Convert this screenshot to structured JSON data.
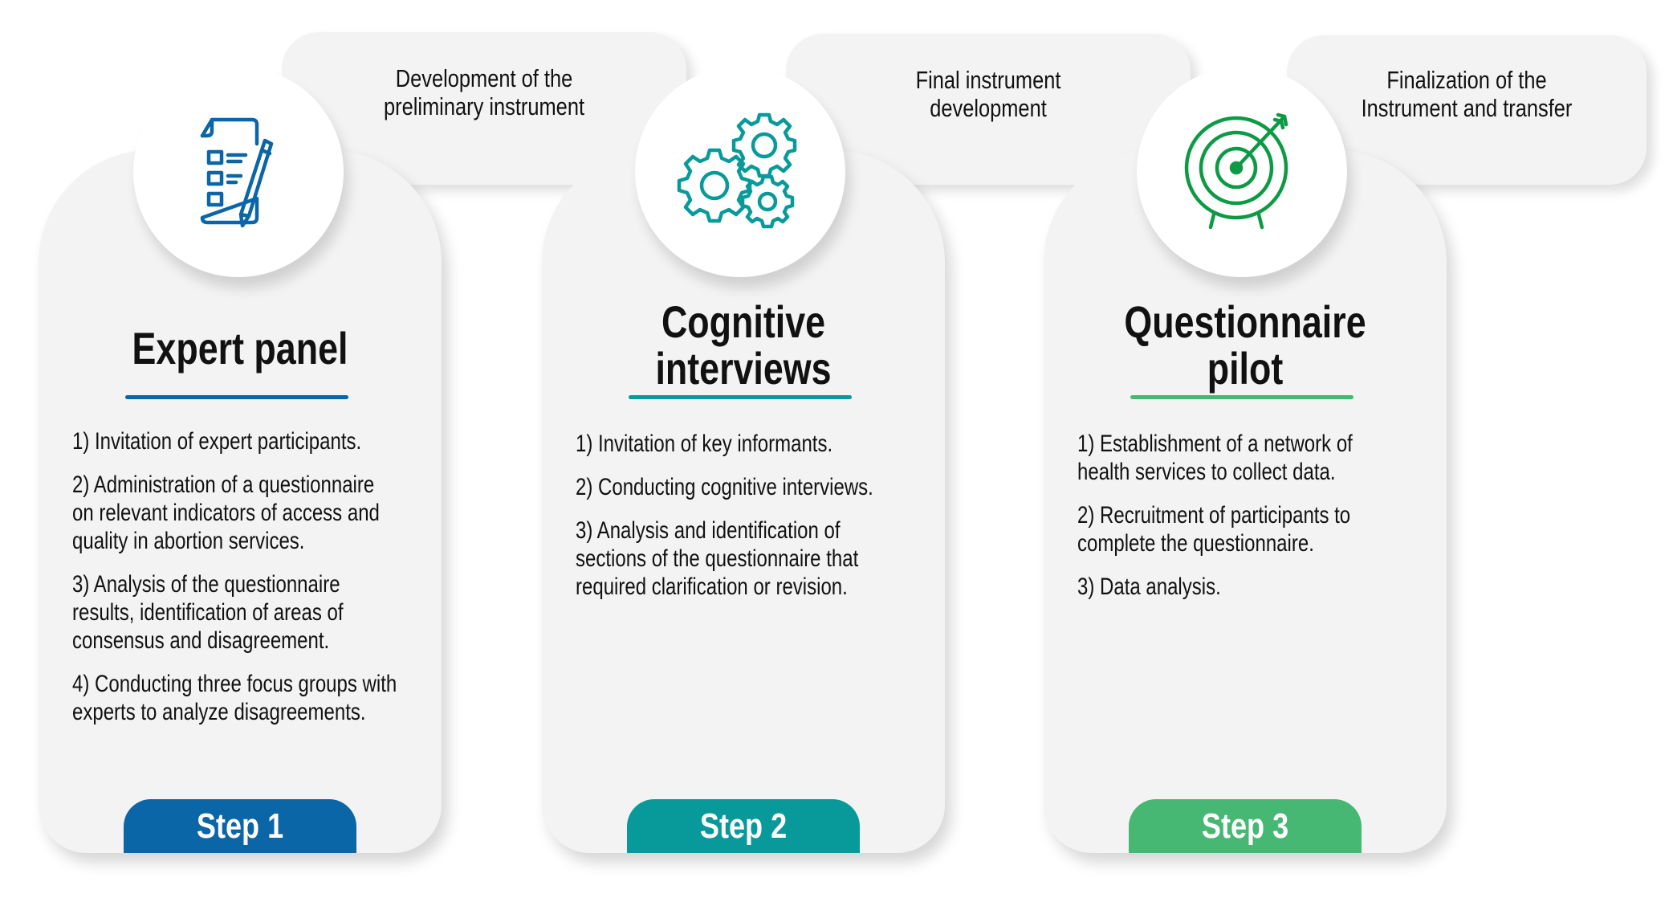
{
  "colors": {
    "blue": "#0a66a6",
    "teal": "#089a9a",
    "green": "#47b873",
    "icon_green": "#0c9a45",
    "card_bg": "#f4f3f4"
  },
  "phases": [
    {
      "label_line1": "Development of the",
      "label_line2": "preliminary instrument"
    },
    {
      "label_line1": "Final instrument",
      "label_line2": "development"
    },
    {
      "label_line1": "Finalization of the",
      "label_line2": "Instrument and transfer"
    }
  ],
  "steps": [
    {
      "icon": "checklist-document-icon",
      "title_line1": "Expert panel",
      "title_line2": "",
      "step_label": "Step 1",
      "items": [
        "1) Invitation of expert participants.",
        "2) Administration of a questionnaire on relevant indicators of access and quality in abortion services.",
        "3) Analysis of the questionnaire results, identification of areas of consensus and disagreement.",
        "4) Conducting three focus groups with experts to analyze disagreements."
      ]
    },
    {
      "icon": "gears-icon",
      "title_line1": "Cognitive",
      "title_line2": "interviews",
      "step_label": "Step 2",
      "items": [
        "1) Invitation of key informants.",
        "2) Conducting cognitive interviews.",
        "3) Analysis and identification of sections of the questionnaire that required clarification or revision."
      ]
    },
    {
      "icon": "target-icon",
      "title_line1": "Questionnaire",
      "title_line2": "pilot",
      "step_label": "Step 3",
      "items": [
        "1) Establishment of a network of health services to collect data.",
        "2) Recruitment of participants to complete the questionnaire.",
        "3) Data analysis."
      ]
    }
  ]
}
